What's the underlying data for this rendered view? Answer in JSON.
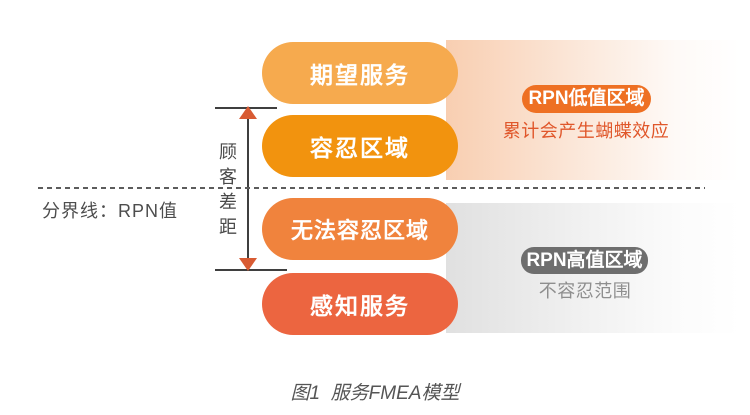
{
  "diagram": {
    "pills": [
      {
        "label": "期望服务",
        "color": "#F6AA4E"
      },
      {
        "label": "容忍区域",
        "color": "#F2930E"
      },
      {
        "label": "无法容忍区域",
        "color": "#F0833D"
      },
      {
        "label": "感知服务",
        "color": "#EC6540"
      }
    ],
    "gap_label": "顾客差距",
    "divider_label": "分界线：RPN值",
    "low_rpn": {
      "badge": "RPN低值区域",
      "note": "累计会产生蝴蝶效应",
      "badge_color": "#EE7023",
      "note_color": "#E0572B"
    },
    "high_rpn": {
      "badge": "RPN高值区域",
      "note": "不容忍范围",
      "badge_color": "#6E6E6E",
      "note_color": "#8E8E8E"
    },
    "arrow_color": "#D85B33",
    "caption": "图1  服务FMEA模型"
  }
}
